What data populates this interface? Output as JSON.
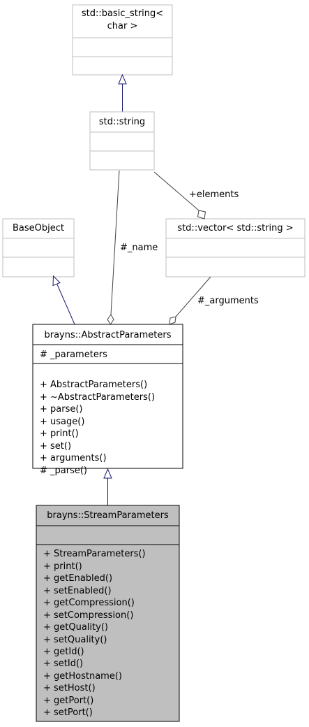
{
  "classes": {
    "basic_string": {
      "title_line1": "std::basic_string<",
      "title_line2": "char >"
    },
    "string": {
      "title": "std::string"
    },
    "base_object": {
      "title": "BaseObject"
    },
    "vector": {
      "title": "std::vector< std::string >"
    },
    "abstract_parameters": {
      "title": "brayns::AbstractParameters",
      "attributes": [
        "# _parameters"
      ],
      "methods": [
        "+ AbstractParameters()",
        "+ ~AbstractParameters()",
        "+ parse()",
        "+ usage()",
        "+ print()",
        "+ set()",
        "+ arguments()",
        "# _parse()"
      ]
    },
    "stream_parameters": {
      "title": "brayns::StreamParameters",
      "methods": [
        "+ StreamParameters()",
        "+ print()",
        "+ getEnabled()",
        "+ setEnabled()",
        "+ getCompression()",
        "+ setCompression()",
        "+ getQuality()",
        "+ setQuality()",
        "+ getId()",
        "+ setId()",
        "+ getHostname()",
        "+ setHost()",
        "+ getPort()",
        "+ setPort()"
      ]
    }
  },
  "edge_labels": {
    "elements": "+elements",
    "name": "#_name",
    "arguments": "#_arguments"
  },
  "colors": {
    "inherit_edge": "#191970",
    "member_edge": "#404040",
    "muted_box": "#bfbfbf",
    "highlight_fill": "#bfbfbf"
  }
}
